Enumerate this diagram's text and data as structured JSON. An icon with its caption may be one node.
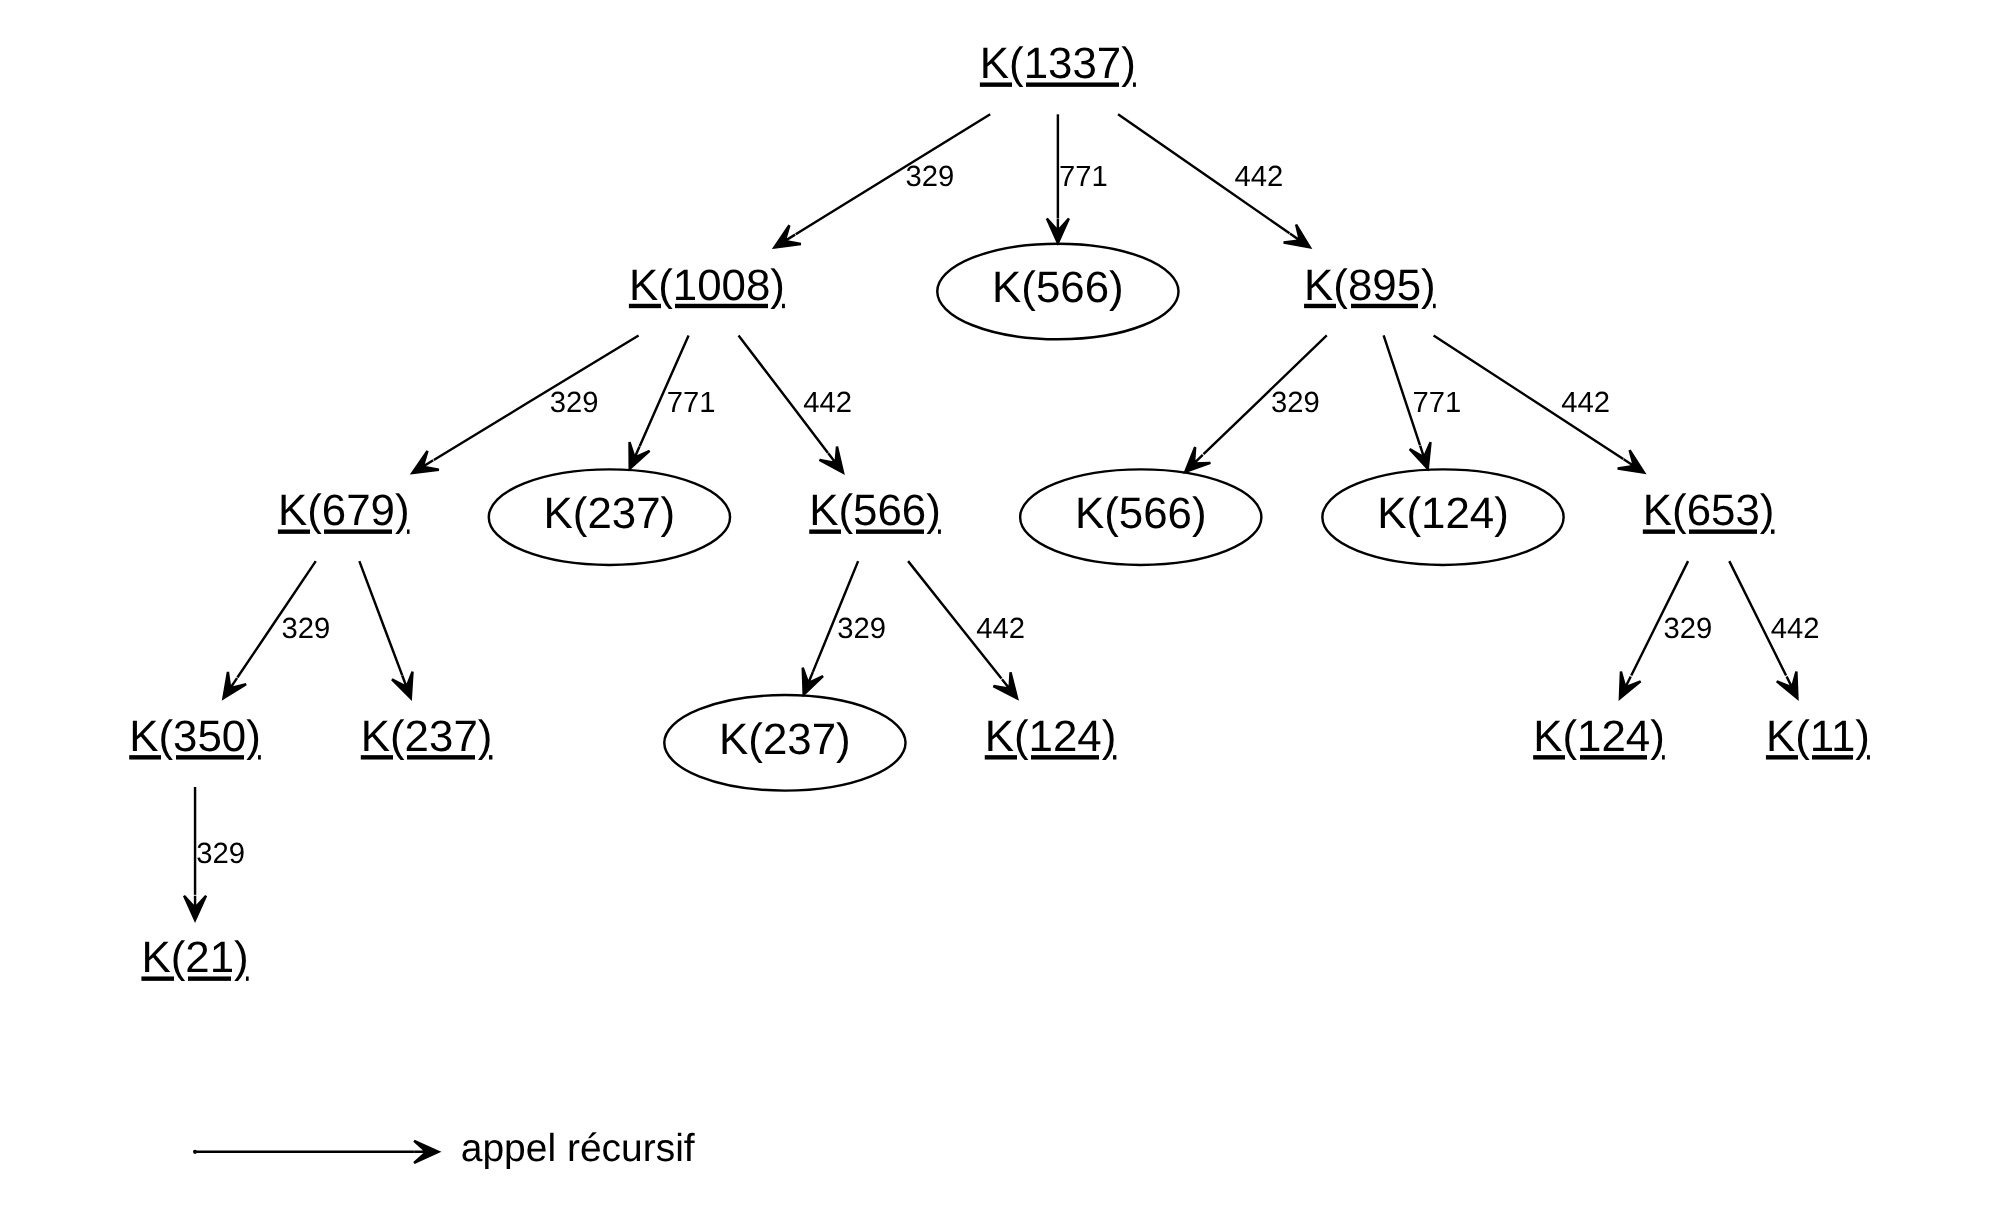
{
  "diagram": {
    "nodes": [
      {
        "text": [
          "K(1337)"
        ]
      },
      {
        "text": [
          "K(1008)"
        ]
      },
      {
        "text": [
          "K(566)"
        ]
      },
      {
        "text": [
          "K(895)"
        ]
      },
      {
        "text": [
          "K(679)"
        ]
      },
      {
        "text": [
          "K(237)"
        ]
      },
      {
        "text": [
          "K(566)"
        ]
      },
      {
        "text": [
          "K(566)"
        ]
      },
      {
        "text": [
          "K(124)"
        ]
      },
      {
        "text": [
          "K(653)"
        ]
      },
      {
        "text": [
          "K(350)"
        ]
      },
      {
        "text": [
          "K(237)"
        ]
      },
      {
        "text": [
          "K(237)"
        ]
      },
      {
        "text": [
          "K(124)"
        ]
      },
      {
        "text": [
          "K(124)"
        ]
      },
      {
        "text": [
          "K(11)"
        ]
      },
      {
        "text": [
          "K(21)"
        ]
      }
    ],
    "edges": [
      {
        "from": 0,
        "to": 1,
        "arrow": "to",
        "label": "329"
      },
      {
        "from": 0,
        "to": 2,
        "arrow": "to",
        "label": "771"
      },
      {
        "from": 0,
        "to": 3,
        "arrow": "to",
        "label": "442"
      },
      {
        "from": 1,
        "to": 4,
        "arrow": "to",
        "label": "329"
      },
      {
        "from": 1,
        "to": 5,
        "arrow": "to",
        "label": "771"
      },
      {
        "from": 1,
        "to": 6,
        "arrow": "to",
        "label": "442"
      },
      {
        "from": 3,
        "to": 7,
        "arrow": "to",
        "label": "329"
      },
      {
        "from": 3,
        "to": 8,
        "arrow": "to",
        "label": "771"
      },
      {
        "from": 3,
        "to": 9,
        "arrow": "to",
        "label": "442"
      },
      {
        "from": 4,
        "to": 10,
        "arrow": "to",
        "label": "329"
      },
      {
        "from": 4,
        "to": 11,
        "arrow": "to"
      },
      {
        "from": 6,
        "to": 12,
        "arrow": "to",
        "label": "329"
      },
      {
        "from": 6,
        "to": 13,
        "arrow": "to",
        "label": "442"
      },
      {
        "from": 9,
        "to": 14,
        "arrow": "to",
        "label": "329"
      },
      {
        "from": 9,
        "to": 15,
        "arrow": "to",
        "label": "442"
      },
      {
        "from": 10,
        "to": 16,
        "arrow": "to",
        "label": "329"
      }
    ],
    "legend": [
      {
        "text": "appel récursif"
      }
    ]
  }
}
